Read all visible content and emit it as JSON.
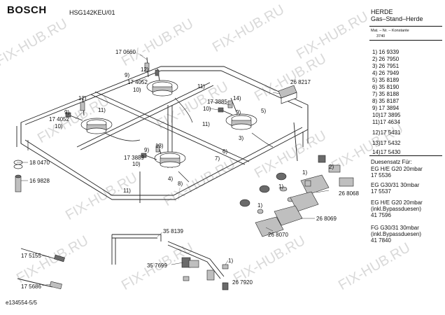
{
  "header": {
    "brand": "BOSCH",
    "model": "HSG142KEU/01",
    "title": "HERDE",
    "subtitle": "Gas–Stand–Herde",
    "table_head": "Mat. – Nr. – Konstante",
    "table_code": "3740"
  },
  "parts": [
    "1) 16 9339",
    "2) 26 7950",
    "3) 26 7951",
    "4) 26 7949",
    "5) 35 8189",
    "6) 35 8190",
    "7) 35 8188",
    "8) 35 8187",
    "9) 17 3894",
    "10)17 3895",
    "11)17 4634",
    "12)17 5431",
    "13)17 5432",
    "14)17 5430"
  ],
  "notes": {
    "duesensatz": "Duesensatz Für:",
    "n1_line": "EG H/E G20 20mbar",
    "n1_num": "17 5536",
    "n2_line": "EG G30/31 30mbar",
    "n2_num": "17 5537",
    "n3_line1": "EG H/E G20 20mbar",
    "n3_line2": "(inkl.Bypassduesen)",
    "n3_num": "41 7596",
    "n4_line1": "FG G30/31 30mbar",
    "n4_line2": "(inkl.Bypassduesen)",
    "n4_num": "41 7840"
  },
  "footer": {
    "doc_id": "e134554-5/5"
  },
  "watermark": "FIX-HUB.RU",
  "callouts": {
    "c170660": "17 0660",
    "c9a": "9)",
    "c12a": "12)",
    "c174052a": "17 4052",
    "c10a": "10)",
    "c12b": "12)",
    "c9b": "9)",
    "c174052b": "17 4052",
    "c10b": "10)",
    "c11a": "11)",
    "c11b": "11)",
    "c173885": "17 3885",
    "c14": "14)",
    "c10c": "10)",
    "c9c": "9)",
    "c268217": "26 8217",
    "c11c": "11)",
    "c3": "3)",
    "c5": "5)",
    "c9d": "9)",
    "c13": "13)",
    "c173889": "17 3889",
    "c10d": "10)",
    "c6": "6)",
    "c7": "7)",
    "c4": "4)",
    "c8": "8)",
    "c11d": "11)",
    "c180470": "18 0470",
    "c169828": "16 9828",
    "c1a": "1)",
    "c1b": "1)",
    "c2": "2)",
    "c268068": "26 8068",
    "c1c": "1)",
    "c268069": "26 8069",
    "c268070": "26 8070",
    "c358139": "35 8139",
    "c175155": "17 5155",
    "c357699": "35 7699",
    "c1d": "1)",
    "c267920": "26 7920",
    "c175686": "17 5686"
  }
}
